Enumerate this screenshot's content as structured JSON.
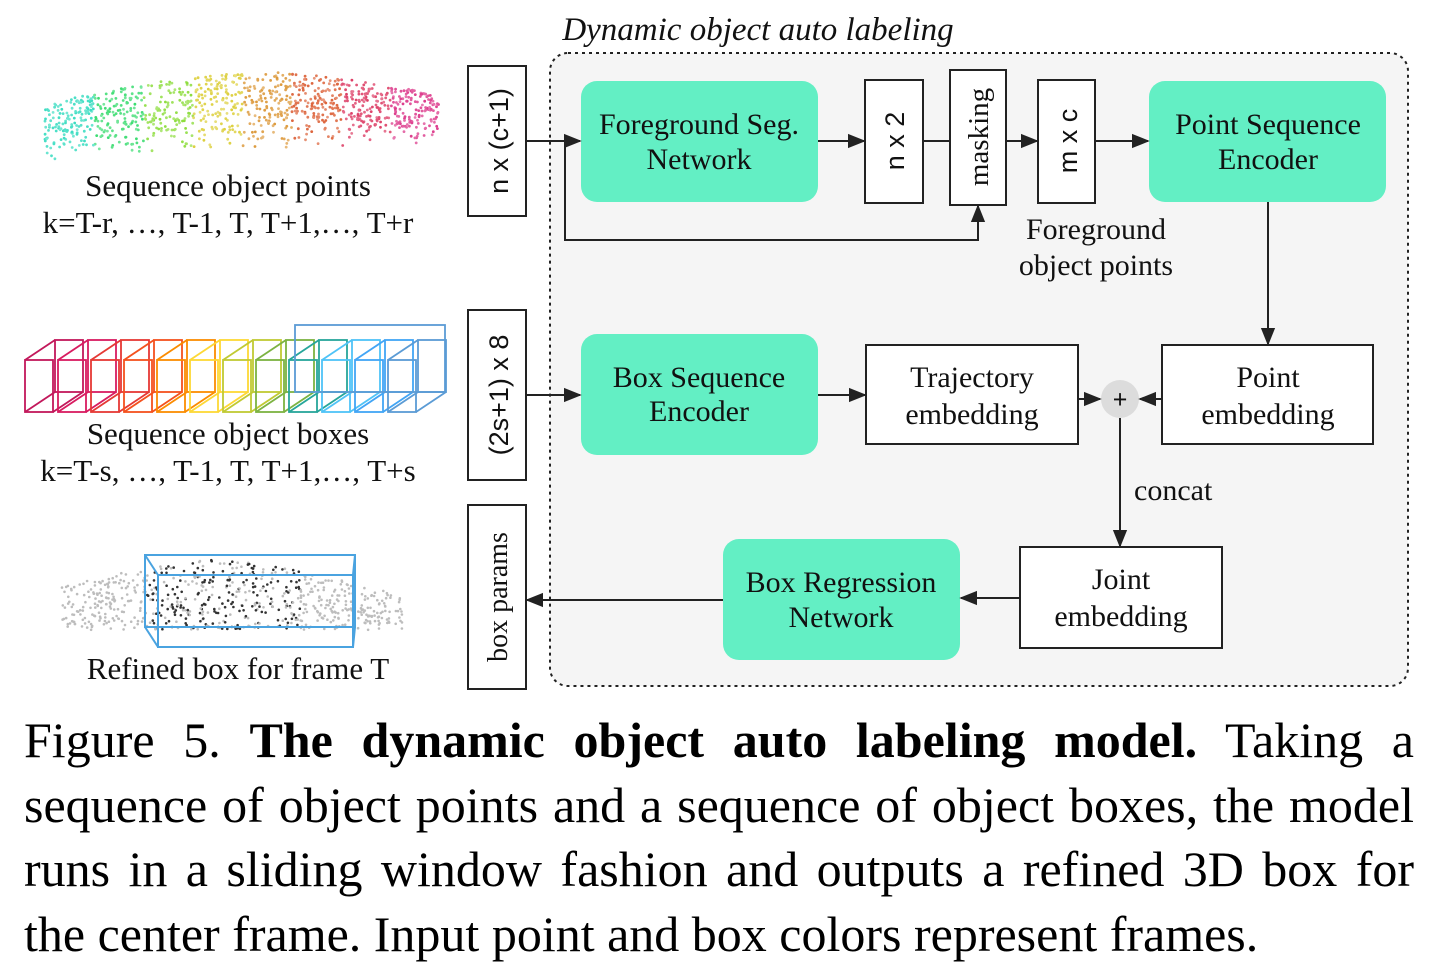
{
  "title": "Dynamic object auto labeling",
  "colors": {
    "network_fill": "#63efc4",
    "region_fill": "#f5f5f5",
    "line": "#222222"
  },
  "inputs": {
    "points": {
      "label_line1": "Sequence object points",
      "label_line2": "k=T-r, …, T-1, T, T+1,…, T+r",
      "dim": "n x (c+1)"
    },
    "boxes": {
      "label_line1": "Sequence object boxes",
      "label_line2": "k=T-s, …, T-1, T, T+1,…, T+s",
      "dim": "(2s+1) x 8"
    }
  },
  "output": {
    "label": "Refined box for frame T",
    "dim": "box params"
  },
  "nodes": {
    "fg_seg": {
      "line1": "Foreground Seg.",
      "line2": "Network"
    },
    "nx2": "n x 2",
    "masking": "masking",
    "mxc": "m x c",
    "point_seq_enc": {
      "line1": "Point Sequence",
      "line2": "Encoder"
    },
    "fg_points": {
      "line1": "Foreground",
      "line2": "object points"
    },
    "box_seq_enc": {
      "line1": "Box Sequence",
      "line2": "Encoder"
    },
    "traj_emb": {
      "line1": "Trajectory",
      "line2": "embedding"
    },
    "point_emb": {
      "line1": "Point",
      "line2": "embedding"
    },
    "plus": "+",
    "concat": "concat",
    "joint_emb": {
      "line1": "Joint",
      "line2": "embedding"
    },
    "box_reg": {
      "line1": "Box Regression",
      "line2": "Network"
    }
  },
  "caption": {
    "prefix": "Figure 5. ",
    "bold": "The dynamic object auto labeling model.",
    "rest": " Taking a sequence of object points and a sequence of object boxes, the model runs in a sliding window fashion and outputs a refined 3D box for the center frame. Input point and box colors represent frames."
  }
}
